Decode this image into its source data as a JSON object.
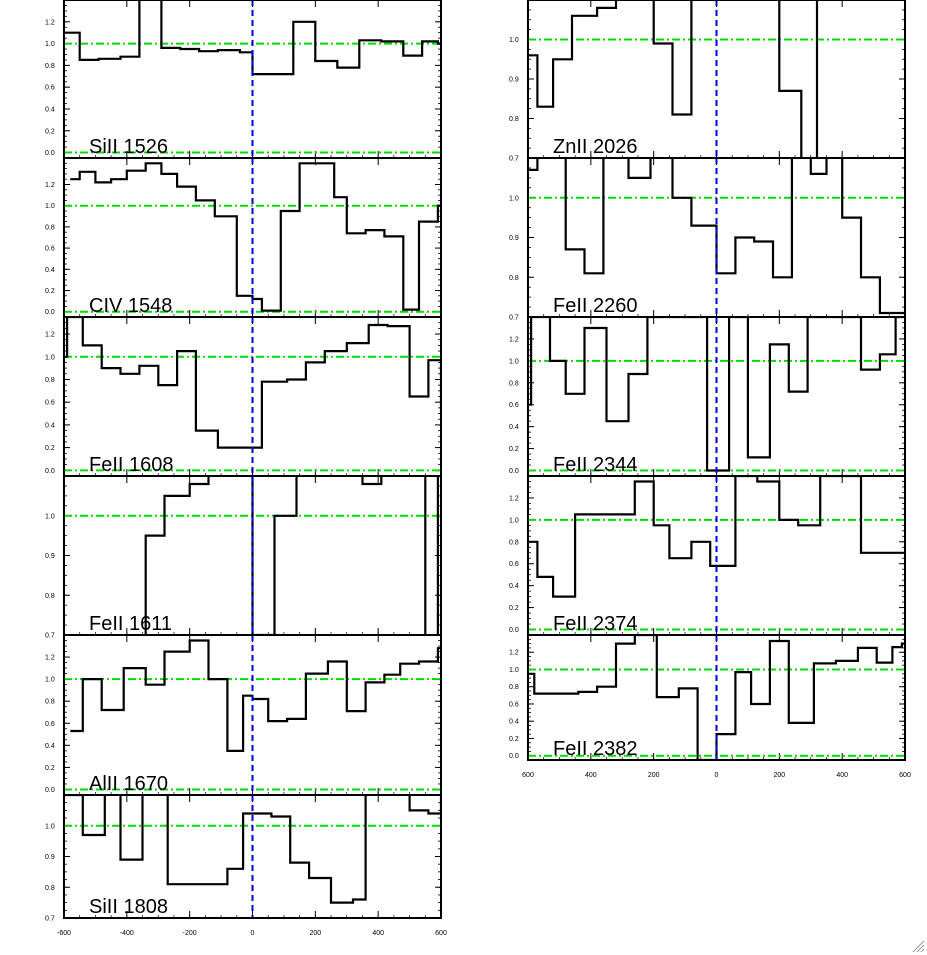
{
  "figure": {
    "x_range": [
      -600,
      600
    ],
    "x_ticks": [
      -600,
      -400,
      -200,
      0,
      200,
      400,
      600
    ],
    "x_tick_labels_display": [
      "-600",
      "-400",
      "-200",
      "0",
      "200",
      "400",
      "600"
    ],
    "right_x_tick_labels_display": [
      "600",
      "400",
      "200",
      "0",
      "200",
      "400",
      "600"
    ],
    "guide_line_color": "#00dd00",
    "center_line_color": "#0000dd",
    "spectrum_color": "#000000"
  },
  "chart_data": [
    {
      "type": "line",
      "label": "SiII 1526",
      "column": "left",
      "ylim": [
        -0.05,
        1.4
      ],
      "yticks": [
        0.0,
        0.2,
        0.4,
        0.6,
        0.8,
        1.0,
        1.2
      ],
      "x": [
        -600,
        -550,
        -490,
        -420,
        -360,
        -290,
        -230,
        -170,
        -110,
        -40,
        0,
        60,
        130,
        200,
        270,
        340,
        410,
        480,
        540,
        590
      ],
      "y": [
        1.1,
        0.85,
        0.86,
        0.88,
        1.5,
        0.96,
        0.95,
        0.93,
        0.94,
        0.92,
        0.72,
        0.72,
        1.2,
        0.84,
        0.78,
        1.03,
        1.02,
        0.89,
        1.02,
        1.0
      ]
    },
    {
      "type": "line",
      "label": "CIV 1548",
      "column": "left",
      "ylim": [
        -0.05,
        1.45
      ],
      "yticks": [
        0.0,
        0.2,
        0.4,
        0.6,
        0.8,
        1.0,
        1.2
      ],
      "x": [
        -580,
        -550,
        -500,
        -450,
        -400,
        -340,
        -290,
        -240,
        -180,
        -120,
        -50,
        0,
        30,
        90,
        150,
        200,
        260,
        300,
        360,
        420,
        480,
        530,
        590
      ],
      "y": [
        1.25,
        1.32,
        1.22,
        1.25,
        1.33,
        1.4,
        1.3,
        1.18,
        1.05,
        0.9,
        0.15,
        0.12,
        0.01,
        0.95,
        1.4,
        1.4,
        1.08,
        0.74,
        0.77,
        0.71,
        0.02,
        0.85,
        1.0
      ]
    },
    {
      "type": "line",
      "label": "FeII 1608",
      "column": "left",
      "ylim": [
        -0.05,
        1.35
      ],
      "yticks": [
        0.0,
        0.2,
        0.4,
        0.6,
        0.8,
        1.0,
        1.2
      ],
      "x": [
        -600,
        -590,
        -540,
        -480,
        -420,
        -360,
        -300,
        -240,
        -180,
        -110,
        -40,
        0,
        30,
        110,
        170,
        230,
        300,
        370,
        430,
        500,
        560,
        600
      ],
      "y": [
        1.0,
        1.35,
        1.1,
        0.9,
        0.85,
        0.92,
        0.75,
        1.05,
        0.35,
        0.2,
        0.2,
        0.2,
        0.78,
        0.8,
        0.95,
        1.05,
        1.12,
        1.28,
        1.27,
        0.65,
        0.97,
        0.5
      ]
    },
    {
      "type": "line",
      "label": "FeII 1611",
      "column": "left",
      "ylim": [
        0.7,
        1.1
      ],
      "yticks": [
        0.7,
        0.8,
        0.9,
        1.0,
        1.1
      ],
      "x": [
        -600,
        -480,
        -410,
        -340,
        -280,
        -200,
        -140,
        -60,
        0,
        70,
        140,
        210,
        280,
        350,
        410,
        480,
        550,
        590
      ],
      "y": [
        0.6,
        0.6,
        0.5,
        0.95,
        1.05,
        1.08,
        1.13,
        1.13,
        0.7,
        1.0,
        1.12,
        1.12,
        1.12,
        1.08,
        1.12,
        1.12,
        0.65,
        1.1
      ]
    },
    {
      "type": "line",
      "label": "AlII 1670",
      "column": "left",
      "ylim": [
        -0.05,
        1.4
      ],
      "yticks": [
        0.0,
        0.2,
        0.4,
        0.6,
        0.8,
        1.0,
        1.2
      ],
      "x": [
        -580,
        -540,
        -480,
        -410,
        -340,
        -280,
        -200,
        -140,
        -80,
        -30,
        0,
        50,
        110,
        170,
        240,
        300,
        360,
        420,
        470,
        530,
        590
      ],
      "y": [
        0.53,
        1.0,
        0.72,
        1.1,
        0.95,
        1.25,
        1.35,
        1.0,
        0.35,
        0.85,
        0.82,
        0.62,
        0.64,
        1.05,
        1.16,
        0.71,
        0.97,
        1.04,
        1.14,
        1.16,
        1.28
      ]
    },
    {
      "type": "line",
      "label": "SiII 1808",
      "column": "left",
      "ylim": [
        0.7,
        1.1
      ],
      "yticks": [
        0.7,
        0.8,
        0.9,
        1.0,
        1.1
      ],
      "x": [
        -600,
        -540,
        -470,
        -420,
        -350,
        -270,
        -200,
        -140,
        -80,
        -30,
        0,
        60,
        120,
        180,
        250,
        320,
        360,
        440,
        500,
        560,
        600
      ],
      "y": [
        1.1,
        0.97,
        1.13,
        0.89,
        1.13,
        0.81,
        0.81,
        0.81,
        0.86,
        1.04,
        1.04,
        1.03,
        0.88,
        0.83,
        0.75,
        0.76,
        1.12,
        1.12,
        1.05,
        1.04,
        1.1
      ]
    },
    {
      "type": "line",
      "label": "ZnII 2026",
      "column": "right",
      "ylim": [
        0.7,
        1.1
      ],
      "yticks": [
        0.7,
        0.8,
        0.9,
        1.0,
        1.1
      ],
      "x": [
        -600,
        -570,
        -520,
        -460,
        -380,
        -320,
        -270,
        -200,
        -140,
        -80,
        -20,
        0,
        60,
        140,
        200,
        270,
        320,
        400,
        470,
        540,
        580
      ],
      "y": [
        0.96,
        0.83,
        0.95,
        1.06,
        1.08,
        1.2,
        1.2,
        0.99,
        0.81,
        1.2,
        1.2,
        1.2,
        1.2,
        1.2,
        0.87,
        0.68,
        1.2,
        1.2,
        1.2,
        1.2,
        1.2
      ]
    },
    {
      "type": "line",
      "label": "FeII 2260",
      "column": "right",
      "ylim": [
        0.7,
        1.1
      ],
      "yticks": [
        0.7,
        0.8,
        0.9,
        1.0,
        1.1
      ],
      "x": [
        -600,
        -570,
        -530,
        -480,
        -420,
        -360,
        -280,
        -210,
        -140,
        -80,
        0,
        60,
        120,
        180,
        240,
        300,
        350,
        400,
        460,
        520,
        580
      ],
      "y": [
        1.07,
        1.2,
        1.2,
        0.87,
        0.81,
        1.2,
        1.05,
        1.2,
        1.0,
        0.93,
        0.81,
        0.9,
        0.89,
        0.8,
        1.2,
        1.06,
        1.2,
        0.95,
        0.8,
        0.71,
        0.71
      ]
    },
    {
      "type": "line",
      "label": "FeII 2344",
      "column": "right",
      "ylim": [
        -0.05,
        1.4
      ],
      "yticks": [
        0.0,
        0.2,
        0.4,
        0.6,
        0.8,
        1.0,
        1.2
      ],
      "x": [
        -600,
        -590,
        -530,
        -480,
        -420,
        -350,
        -280,
        -220,
        -160,
        -100,
        -30,
        40,
        100,
        170,
        230,
        290,
        340,
        400,
        460,
        520,
        570,
        590
      ],
      "y": [
        0.6,
        1.4,
        1.0,
        0.7,
        1.3,
        0.45,
        0.88,
        1.4,
        1.4,
        1.4,
        0.0,
        1.4,
        0.12,
        1.15,
        0.72,
        1.4,
        1.4,
        1.4,
        0.92,
        1.06,
        1.4,
        1.4
      ]
    },
    {
      "type": "line",
      "label": "FeII 2374",
      "column": "right",
      "ylim": [
        -0.05,
        1.4
      ],
      "yticks": [
        0.0,
        0.2,
        0.4,
        0.6,
        0.8,
        1.0,
        1.2
      ],
      "x": [
        -600,
        -570,
        -520,
        -450,
        -390,
        -320,
        -260,
        -200,
        -150,
        -80,
        -20,
        0,
        60,
        130,
        200,
        260,
        330,
        400,
        460,
        520,
        580
      ],
      "y": [
        0.8,
        0.48,
        0.3,
        1.05,
        1.05,
        1.05,
        1.35,
        0.95,
        0.65,
        0.8,
        0.58,
        0.58,
        1.4,
        1.35,
        1.0,
        0.95,
        1.4,
        1.4,
        0.7,
        0.7,
        0.7
      ]
    },
    {
      "type": "line",
      "label": "FeII 2382",
      "column": "right",
      "ylim": [
        -0.05,
        1.4
      ],
      "yticks": [
        0.0,
        0.2,
        0.4,
        0.6,
        0.8,
        1.0,
        1.2
      ],
      "x": [
        -600,
        -580,
        -510,
        -440,
        -380,
        -320,
        -260,
        -190,
        -120,
        -60,
        0,
        60,
        110,
        170,
        230,
        310,
        380,
        450,
        510,
        560,
        590
      ],
      "y": [
        0.95,
        0.72,
        0.72,
        0.74,
        0.8,
        1.3,
        1.4,
        0.68,
        0.78,
        -0.05,
        0.25,
        0.97,
        0.6,
        1.33,
        0.38,
        1.07,
        1.1,
        1.25,
        1.08,
        1.26,
        1.3
      ]
    }
  ]
}
